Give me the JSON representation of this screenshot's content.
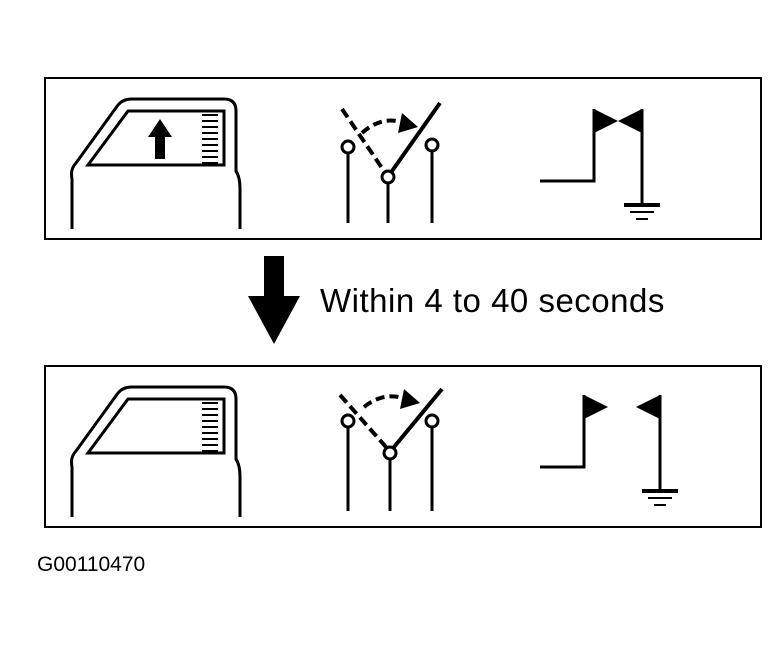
{
  "diagram": {
    "transition_label": "Within 4 to 40 seconds",
    "figure_id": "G00110470",
    "stages": [
      {
        "window_arrow": "up-arrow-icon",
        "switch_state": "closed",
        "contact_state": "touching"
      },
      {
        "window_arrow": "none",
        "switch_state": "closed",
        "contact_state": "separated"
      }
    ],
    "colors": {
      "ink": "#000000",
      "paper": "#ffffff"
    }
  }
}
